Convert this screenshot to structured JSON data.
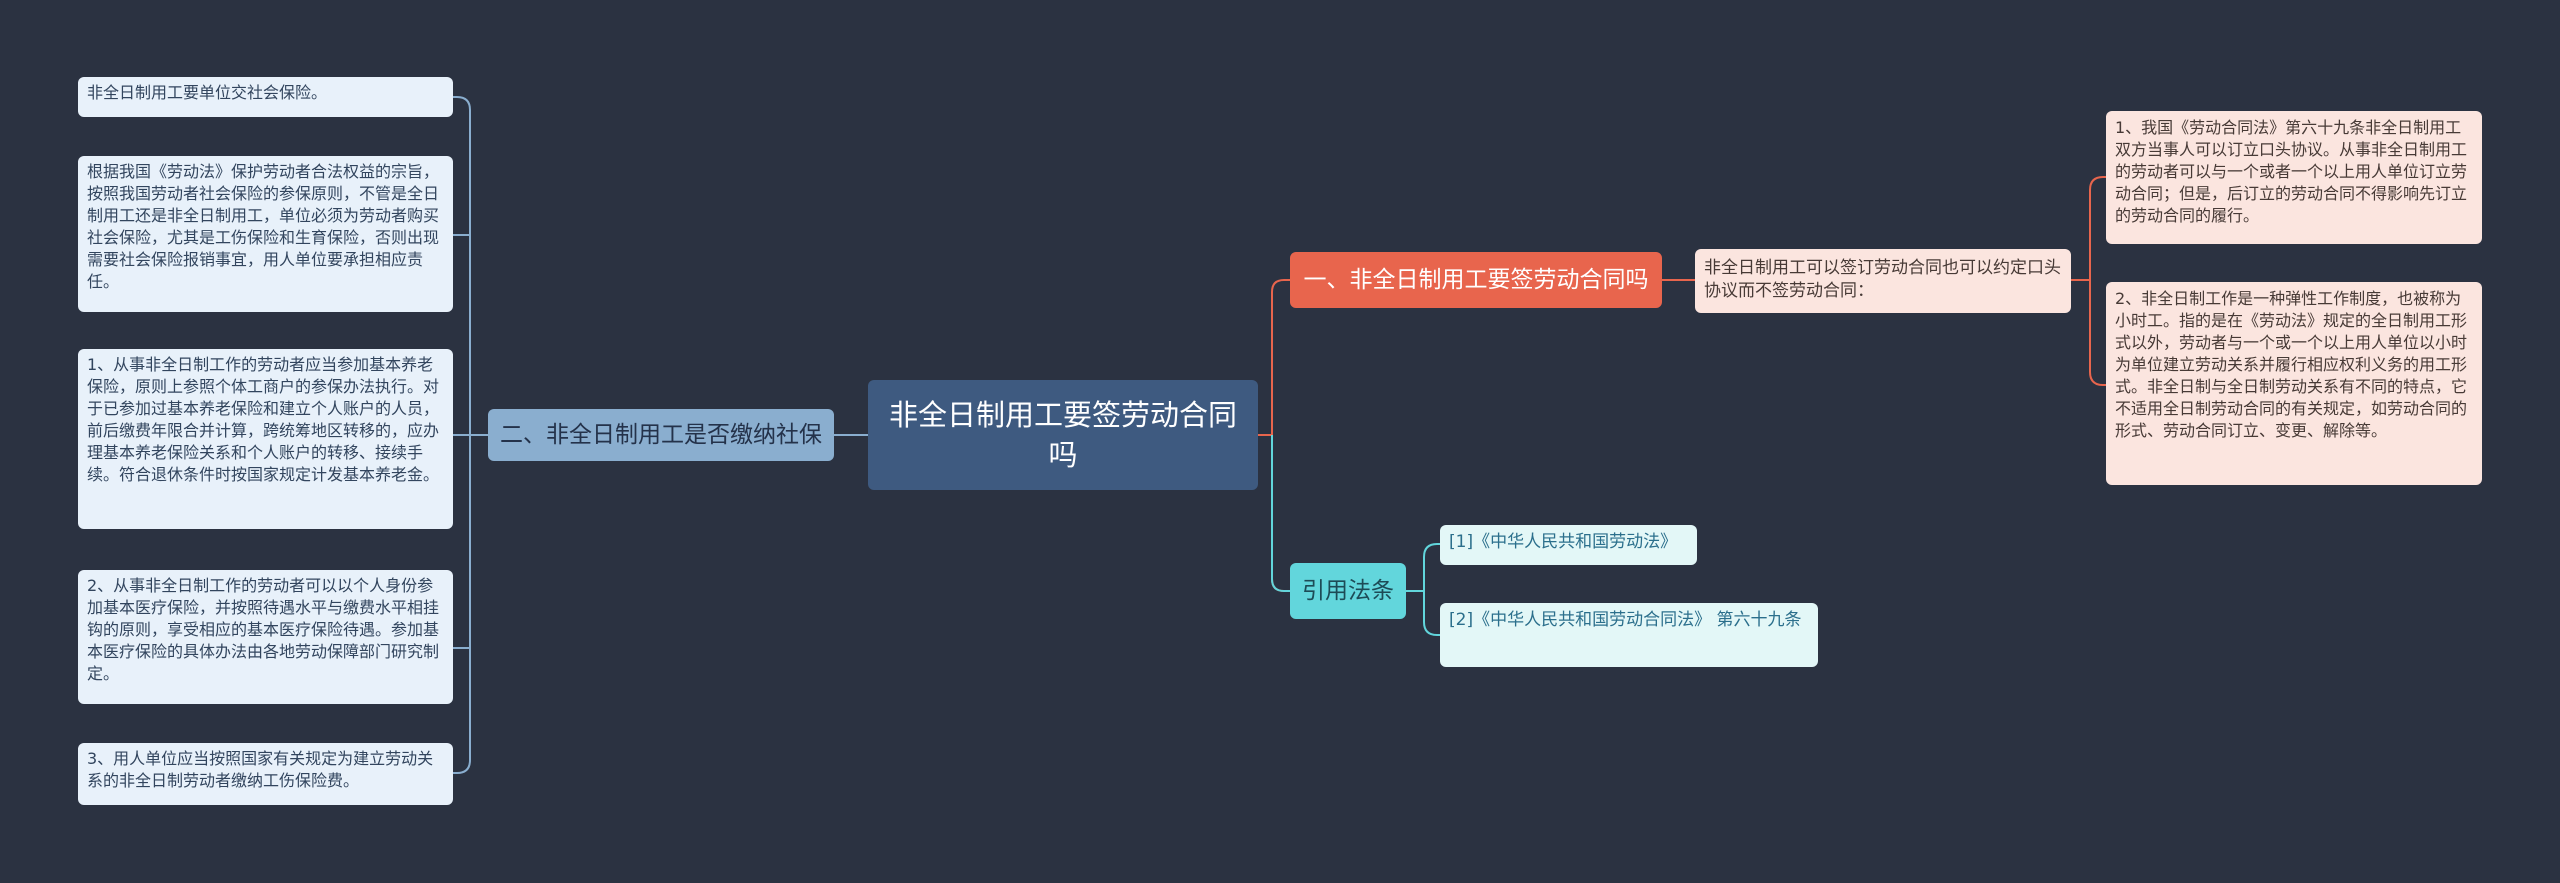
{
  "mindmap": {
    "root": {
      "label": "非全日制用工要签劳动合同吗"
    },
    "left_branch": {
      "label": "二、非全日制用工是否缴纳社保",
      "leaves": [
        "非全日制用工要单位交社会保险。",
        "根据我国《劳动法》保护劳动者合法权益的宗旨，按照我国劳动者社会保险的参保原则，不管是全日制用工还是非全日制用工，单位必须为劳动者购买社会保险，尤其是工伤保险和生育保险，否则出现需要社会保险报销事宜，用人单位要承担相应责任。",
        "1、从事非全日制工作的劳动者应当参加基本养老保险，原则上参照个体工商户的参保办法执行。对于已参加过基本养老保险和建立个人账户的人员，前后缴费年限合并计算，跨统筹地区转移的，应办理基本养老保险关系和个人账户的转移、接续手续。符合退休条件时按国家规定计发基本养老金。",
        "2、从事非全日制工作的劳动者可以以个人身份参加基本医疗保险，并按照待遇水平与缴费水平相挂钩的原则，享受相应的基本医疗保险待遇。参加基本医疗保险的具体办法由各地劳动保障部门研究制定。",
        "3、用人单位应当按照国家有关规定为建立劳动关系的非全日制劳动者缴纳工伤保险费。"
      ]
    },
    "right_branch_1": {
      "label": "一、非全日制用工要签劳动合同吗",
      "mid": "非全日制用工可以签订劳动合同也可以约定口头协议而不签劳动合同：",
      "leaves": [
        "1、我国《劳动合同法》第六十九条非全日制用工双方当事人可以订立口头协议。从事非全日制用工的劳动者可以与一个或者一个以上用人单位订立劳动合同；但是，后订立的劳动合同不得影响先订立的劳动合同的履行。",
        "2、非全日制工作是一种弹性工作制度，也被称为小时工。指的是在《劳动法》规定的全日制用工形式以外，劳动者与一个或一个以上用人单位以小时为单位建立劳动关系并履行相应权利义务的用工形式。非全日制与全日制劳动关系有不同的特点，它不适用全日制劳动合同的有关规定，如劳动合同的形式、劳动合同订立、变更、解除等。"
      ]
    },
    "right_branch_2": {
      "label": "引用法条",
      "leaves": [
        "[1]《中华人民共和国劳动法》",
        "[2]《中华人民共和国劳动合同法》 第六十九条"
      ]
    },
    "colors": {
      "background": "#2b3241",
      "root": "#3e5a80",
      "left_branch": "#8aaecf",
      "right_branch_1": "#e8654d",
      "right_branch_2": "#62d6dc"
    }
  }
}
